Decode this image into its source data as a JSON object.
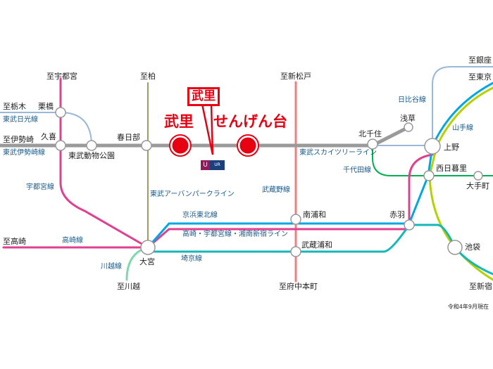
{
  "featured": {
    "callout": "武里",
    "station_1": "武里",
    "station_2": "せんげん台",
    "ur_logo": "UR"
  },
  "stations": {
    "kurihashi": "栗橋",
    "kuki": "久喜",
    "dobutsu": "東武動物公園",
    "kasukabe": "春日部",
    "kitasenju": "北千住",
    "asakusa": "浅草",
    "ueno": "上野",
    "nishinippori": "西日暮里",
    "otemachi": "大手町",
    "minamiurawa": "南浦和",
    "musashiurawa": "武蔵浦和",
    "akabane": "赤羽",
    "omiya": "大宮",
    "ikebukuro": "池袋"
  },
  "directions": {
    "utsunomiya": "至宇都宮",
    "kashiwa": "至柏",
    "shinmatsudo": "至新松戸",
    "ginza": "至銀座",
    "tokyo": "至東京",
    "tochigi": "至栃木",
    "isesaki": "至伊勢崎",
    "takasaki": "至高崎",
    "kawagoe": "至川越",
    "fuchu": "至府中本町",
    "shinjuku": "至新宿"
  },
  "lines": {
    "nikko": "東武日光線",
    "isesaki": "東武伊勢崎線",
    "utsunomiya": "宇都宮線",
    "urbanpark": "東武アーバンパークライン",
    "musashino": "武蔵野線",
    "skytree": "東武スカイツリーライン",
    "hibiya": "日比谷線",
    "yamanote": "山手線",
    "chiyoda": "千代田線",
    "keihin": "京浜東北線",
    "shonan": "高崎・宇都宮線・湘南新宿ライン",
    "takasaki": "高崎線",
    "saikyo": "埼京線",
    "kawagoe": "川越線"
  },
  "note": "令和4年9月現在",
  "colors": {
    "tobu": "#9a9a9a",
    "pink": "#e0408f",
    "olive": "#9a9a6a",
    "salmon": "#f08080",
    "keihin": "#00a7e3",
    "saikyo": "#16b7b7",
    "yamanote": "#b5d100",
    "hibiya": "#9ab8d8",
    "chiyoda": "#00b050",
    "kawagoe": "#80d8b0",
    "red": "#e60012"
  }
}
